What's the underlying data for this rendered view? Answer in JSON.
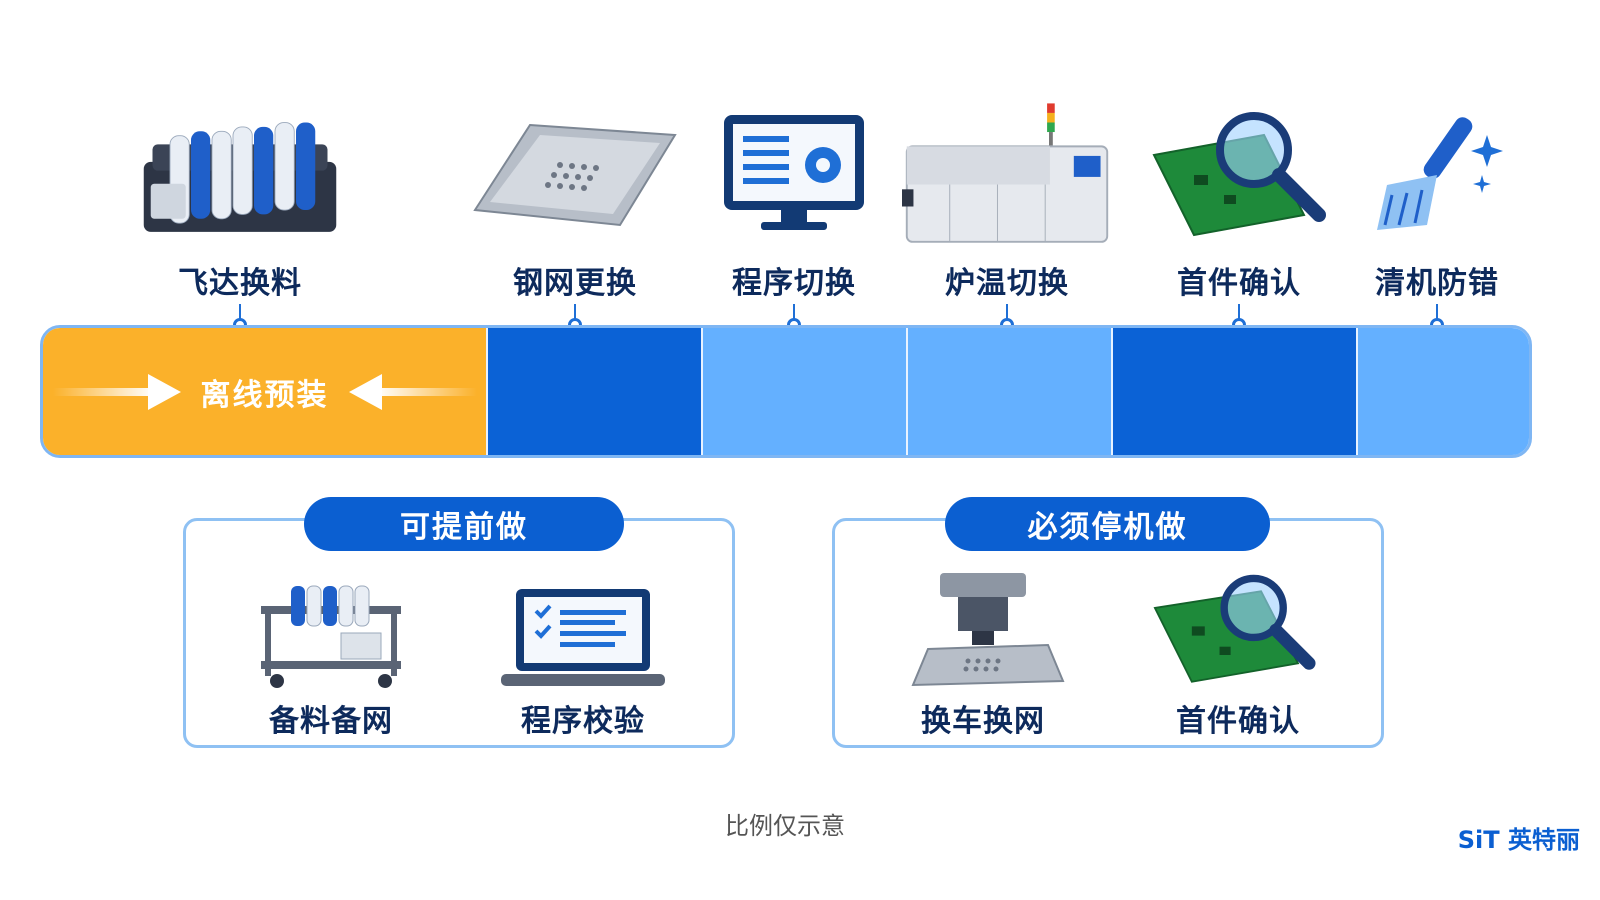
{
  "steps": [
    {
      "label": "飞达换料",
      "icon": "feeder-rack-icon"
    },
    {
      "label": "钢网更换",
      "icon": "stencil-icon"
    },
    {
      "label": "程序切换",
      "icon": "monitor-gear-icon"
    },
    {
      "label": "炉温切换",
      "icon": "reflow-oven-icon"
    },
    {
      "label": "首件确认",
      "icon": "pcb-magnifier-icon"
    },
    {
      "label": "清机防错",
      "icon": "cleaning-brush-icon"
    }
  ],
  "timeline": {
    "offline_label": "离线预装",
    "colors": {
      "orange": "#fbb12a",
      "dark_blue": "#0b62d6",
      "light_blue": "#64b0ff",
      "border": "#7fb6f3"
    }
  },
  "groups": {
    "prep": {
      "title": "可提前做",
      "items": [
        {
          "label": "备料备网",
          "icon": "material-cart-icon"
        },
        {
          "label": "程序校验",
          "icon": "laptop-checklist-icon"
        }
      ]
    },
    "stop": {
      "title": "必须停机做",
      "items": [
        {
          "label": "换车换网",
          "icon": "stencil-printer-icon"
        },
        {
          "label": "首件确认",
          "icon": "pcb-magnifier-icon"
        }
      ]
    }
  },
  "footer": {
    "note": "比例仅示意",
    "brand": "SiT 英特丽"
  },
  "accent_color": "#0b5fd1"
}
